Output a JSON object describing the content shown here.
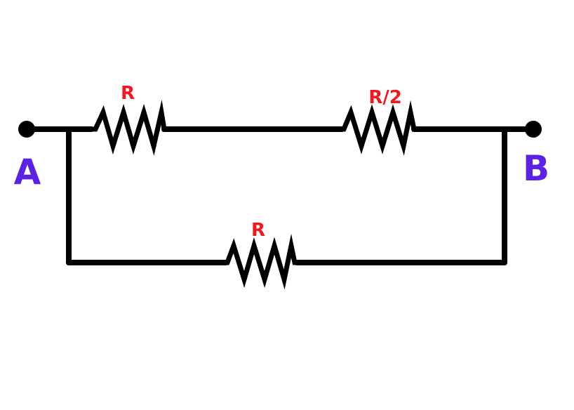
{
  "diagram": {
    "type": "circuit",
    "nodes": [
      {
        "id": "A",
        "label": "A",
        "color": "#5b22e6"
      },
      {
        "id": "B",
        "label": "B",
        "color": "#5b22e6"
      }
    ],
    "resistors": [
      {
        "id": "r1",
        "label": "R",
        "branch": "top",
        "position": "left"
      },
      {
        "id": "r2",
        "label": "R/2",
        "branch": "top",
        "position": "right"
      },
      {
        "id": "r3",
        "label": "R",
        "branch": "bottom",
        "position": "center"
      }
    ],
    "connections": [
      {
        "from": "A",
        "to": "r1"
      },
      {
        "from": "r1",
        "to": "r2"
      },
      {
        "from": "r2",
        "to": "B"
      },
      {
        "from": "A",
        "to": "r3"
      },
      {
        "from": "r3",
        "to": "B"
      }
    ],
    "label_color": "#f2191e",
    "wire_color": "#000000"
  }
}
